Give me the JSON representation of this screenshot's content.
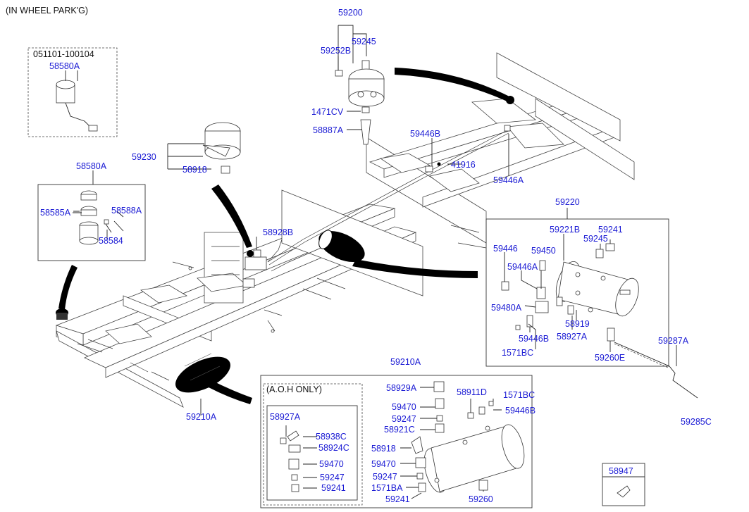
{
  "header": {
    "title": "(IN WHEEL PARK'G)"
  },
  "inset_labels": {
    "date_range": "051101-100104",
    "aoh_only": "(A.O.H ONLY)"
  },
  "parts": {
    "p59200": "59200",
    "p59245_top": "59245",
    "p59252B": "59252B",
    "p1471CV": "1471CV",
    "p58887A": "58887A",
    "p58580A_top": "58580A",
    "p59230": "59230",
    "p58918_top": "58918",
    "p58580A_mid": "58580A",
    "p58585A": "58585A",
    "p58588A": "58588A",
    "p58584": "58584",
    "p58928B": "58928B",
    "p59446B_top": "59446B",
    "p41916": "41916",
    "p59446A_top": "59446A",
    "p59220": "59220",
    "p59221B": "59221B",
    "p59241_r": "59241",
    "p59245_r": "59245",
    "p59446_r": "59446",
    "p59450": "59450",
    "p59446A_r": "59446A",
    "p59480A": "59480A",
    "p58919": "58919",
    "p59446B_r": "59446B",
    "p58927A_r": "58927A",
    "p1571BC_r": "1571BC",
    "p59260E": "59260E",
    "p59287A": "59287A",
    "p59285C": "59285C",
    "p59210A_left": "59210A",
    "p59210A_box": "59210A",
    "p58927A_aoh": "58927A",
    "p58938C": "58938C",
    "p58924C": "58924C",
    "p59470_aoh": "59470",
    "p59247_aoh": "59247",
    "p59241_aoh": "59241",
    "p58929A": "58929A",
    "p58911D": "58911D",
    "p1571BC_b": "1571BC",
    "p59470_b1": "59470",
    "p59446B_b": "59446B",
    "p59247_b1": "59247",
    "p58921C": "58921C",
    "p58918_b": "58918",
    "p59470_b2": "59470",
    "p59247_b2": "59247",
    "p1571BA": "1571BA",
    "p59241_b": "59241",
    "p59260": "59260",
    "p58947": "58947"
  },
  "colors": {
    "label": "#1a1ad4",
    "line": "#222222",
    "fill_black": "#000000"
  }
}
